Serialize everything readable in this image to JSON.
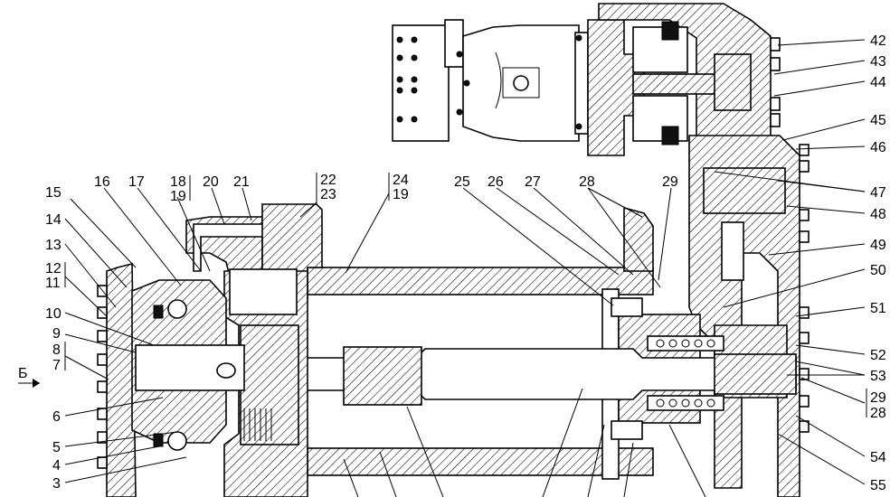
{
  "drawing": {
    "view_marker": "Б",
    "callouts": [
      {
        "id": "c42",
        "text": "42"
      },
      {
        "id": "c43",
        "text": "43"
      },
      {
        "id": "c44",
        "text": "44"
      },
      {
        "id": "c45",
        "text": "45"
      },
      {
        "id": "c46",
        "text": "46"
      },
      {
        "id": "c47",
        "text": "47"
      },
      {
        "id": "c48",
        "text": "48"
      },
      {
        "id": "c49",
        "text": "49"
      },
      {
        "id": "c50",
        "text": "50"
      },
      {
        "id": "c51",
        "text": "51"
      },
      {
        "id": "c52",
        "text": "52"
      },
      {
        "id": "c53",
        "text": "53"
      },
      {
        "id": "c29b",
        "text": "29"
      },
      {
        "id": "c28b",
        "text": "28"
      },
      {
        "id": "c54",
        "text": "54"
      },
      {
        "id": "c55",
        "text": "55"
      },
      {
        "id": "c15",
        "text": "15"
      },
      {
        "id": "c16",
        "text": "16"
      },
      {
        "id": "c17",
        "text": "17"
      },
      {
        "id": "c18",
        "text": "18"
      },
      {
        "id": "c19a",
        "text": "19"
      },
      {
        "id": "c20",
        "text": "20"
      },
      {
        "id": "c21",
        "text": "21"
      },
      {
        "id": "c22",
        "text": "22"
      },
      {
        "id": "c23",
        "text": "23"
      },
      {
        "id": "c24",
        "text": "24"
      },
      {
        "id": "c19b",
        "text": "19"
      },
      {
        "id": "c25",
        "text": "25"
      },
      {
        "id": "c26",
        "text": "26"
      },
      {
        "id": "c27",
        "text": "27"
      },
      {
        "id": "c28a",
        "text": "28"
      },
      {
        "id": "c29a",
        "text": "29"
      },
      {
        "id": "c14",
        "text": "14"
      },
      {
        "id": "c13",
        "text": "13"
      },
      {
        "id": "c12",
        "text": "12"
      },
      {
        "id": "c11",
        "text": "11"
      },
      {
        "id": "c10",
        "text": "10"
      },
      {
        "id": "c9",
        "text": "9"
      },
      {
        "id": "c8",
        "text": "8"
      },
      {
        "id": "c7",
        "text": "7"
      },
      {
        "id": "c6",
        "text": "6"
      },
      {
        "id": "c5",
        "text": "5"
      },
      {
        "id": "c4",
        "text": "4"
      },
      {
        "id": "c3",
        "text": "3"
      }
    ]
  }
}
